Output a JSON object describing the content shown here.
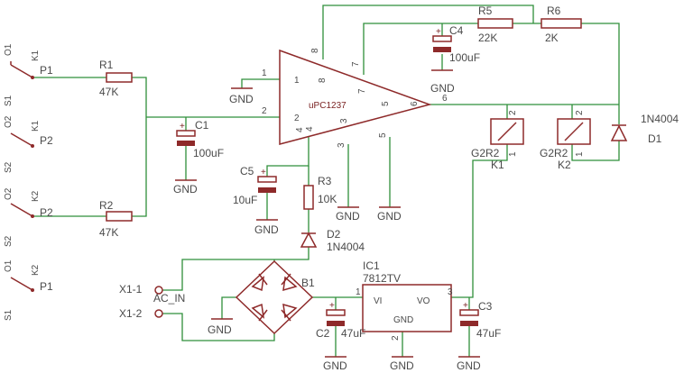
{
  "opamp": {
    "ref": "uPC1237",
    "pins": [
      "1",
      "2",
      "3",
      "4",
      "5",
      "6",
      "7",
      "8"
    ]
  },
  "regulator": {
    "ref": "IC1",
    "value": "7812TV",
    "vi": "VI",
    "vo": "VO",
    "gnd": "GND",
    "pins": [
      "1",
      "2",
      "3"
    ]
  },
  "resistors": [
    {
      "ref": "R1",
      "value": "47K"
    },
    {
      "ref": "R2",
      "value": "47K"
    },
    {
      "ref": "R3",
      "value": "10K"
    },
    {
      "ref": "R5",
      "value": "22K"
    },
    {
      "ref": "R6",
      "value": "2K"
    }
  ],
  "capacitors": [
    {
      "ref": "C1",
      "value": "100uF"
    },
    {
      "ref": "C2",
      "value": "47uF"
    },
    {
      "ref": "C3",
      "value": "47uF"
    },
    {
      "ref": "C4",
      "value": "100uF"
    },
    {
      "ref": "C5",
      "value": "10uF"
    }
  ],
  "diodes": [
    {
      "ref": "D1",
      "value": "1N4004"
    },
    {
      "ref": "D2",
      "value": "1N4004"
    }
  ],
  "bridge": {
    "ref": "B1"
  },
  "relays": [
    {
      "ref": "K1",
      "model": "G2R2",
      "pin1": "1",
      "pin2": "2"
    },
    {
      "ref": "K2",
      "model": "G2R2",
      "pin1": "1",
      "pin2": "2"
    }
  ],
  "switches": [
    {
      "ref": "K1",
      "common": "P1",
      "no": "O1",
      "nc": "S1"
    },
    {
      "ref": "K1",
      "common": "P2",
      "no": "O2",
      "nc": "S2"
    },
    {
      "ref": "K2",
      "common": "P2",
      "no": "O2",
      "nc": "S2"
    },
    {
      "ref": "K2",
      "common": "P1",
      "no": "O1",
      "nc": "S1"
    }
  ],
  "connector": {
    "pin1": "X1-1",
    "pin2": "X1-2",
    "label": "AC_IN"
  },
  "gnd_label": "GND"
}
